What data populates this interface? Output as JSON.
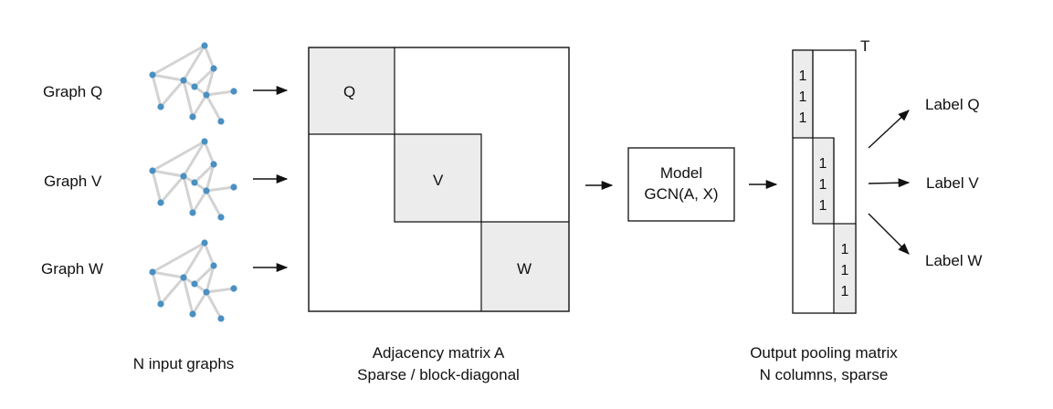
{
  "graphs": [
    {
      "label": "Graph Q"
    },
    {
      "label": "Graph V"
    },
    {
      "label": "Graph W"
    }
  ],
  "captions": {
    "input": "N input graphs",
    "adjacency_line1": "Adjacency matrix A",
    "adjacency_line2": "Sparse / block-diagonal",
    "pooling_line1": "Output pooling matrix",
    "pooling_line2": "N columns, sparse"
  },
  "adjacency_blocks": [
    "Q",
    "V",
    "W"
  ],
  "model": {
    "line1": "Model",
    "line2": "GCN(A, X)"
  },
  "pooling": {
    "transpose": "T",
    "entry": "1"
  },
  "outputs": [
    "Label Q",
    "Label V",
    "Label W"
  ],
  "colors": {
    "node": "#4a90c2",
    "edge": "#d3d3d3",
    "block_fill": "#ececec"
  }
}
